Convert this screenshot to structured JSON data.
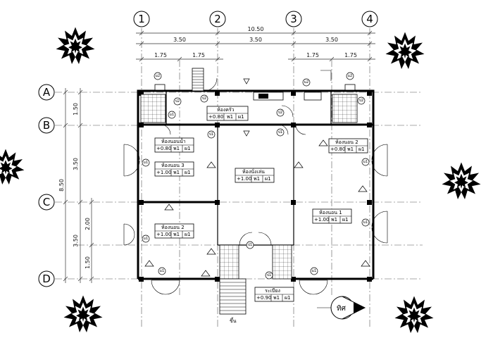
{
  "grid_columns": [
    "1",
    "2",
    "3",
    "4"
  ],
  "grid_rows": [
    "A",
    "B",
    "C",
    "D"
  ],
  "dimensions": {
    "overall_width": "10.50",
    "bay_widths": [
      "3.50",
      "3.50",
      "3.50"
    ],
    "half_widths_left": [
      "1.75",
      "1.75"
    ],
    "half_widths_right": [
      "1.75",
      "1.75"
    ],
    "overall_depth": "8.50",
    "bay_depths": [
      "1.50",
      "3.50",
      "3.50"
    ],
    "sub_depths": [
      "2.00",
      "1.50"
    ]
  },
  "rooms": [
    {
      "name": "ห้องครัว",
      "level": "+0.80",
      "code1": "พ1",
      "code2": "ผ1"
    },
    {
      "name": "ห้องนอนน้ำ",
      "level": "+0.80",
      "code1": "พ1",
      "code2": "ผ1"
    },
    {
      "name": "ห้องนอน 3",
      "level": "+1.00",
      "code1": "พ1",
      "code2": "ผ1"
    },
    {
      "name": "ห้องนั่งเล่น",
      "level": "+1.00",
      "code1": "พ1",
      "code2": "ผ1"
    },
    {
      "name": "ห้องนอน 2",
      "level": "+0.80",
      "code1": "พ1",
      "code2": "ผ1"
    },
    {
      "name": "ห้องนอน 2",
      "level": "+1.00",
      "code1": "พ1",
      "code2": "ผ1"
    },
    {
      "name": "ห้องนอน 1",
      "level": "+1.00",
      "code1": "พ1",
      "code2": "ผ1"
    },
    {
      "name": "ระเบียง",
      "level": "+0.90",
      "code1": "พ1",
      "code2": "ผ1"
    }
  ],
  "tags": [
    "ม2",
    "ป2",
    "ม1",
    "ป1"
  ],
  "stair_label": "ขึ้น",
  "north_label": "ทิศ",
  "colors": {
    "line": "#000000",
    "grid": "#555555",
    "paper": "#ffffff"
  }
}
